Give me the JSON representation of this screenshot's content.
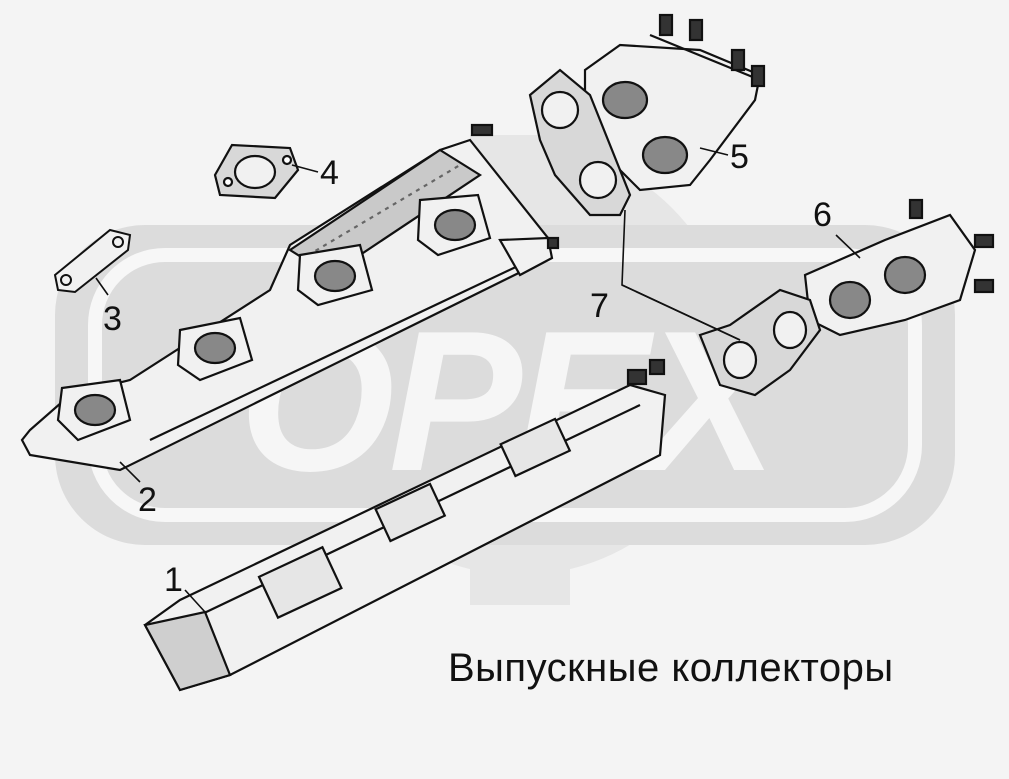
{
  "watermark": {
    "text": "OPEX",
    "colors": {
      "plate": "#e2e2e2",
      "text": "#f6f6f6",
      "gear": "#e6e6e6"
    }
  },
  "caption": "Выпускные  коллекторы",
  "callouts": [
    {
      "id": "1",
      "text": "1"
    },
    {
      "id": "2",
      "text": "2"
    },
    {
      "id": "3",
      "text": "3"
    },
    {
      "id": "4",
      "text": "4"
    },
    {
      "id": "5",
      "text": "5"
    },
    {
      "id": "6",
      "text": "6"
    },
    {
      "id": "7",
      "text": "7"
    }
  ],
  "colors": {
    "ink": "#111111",
    "part_fill": "#f1f1f1",
    "shade": "#8a8a8a"
  }
}
